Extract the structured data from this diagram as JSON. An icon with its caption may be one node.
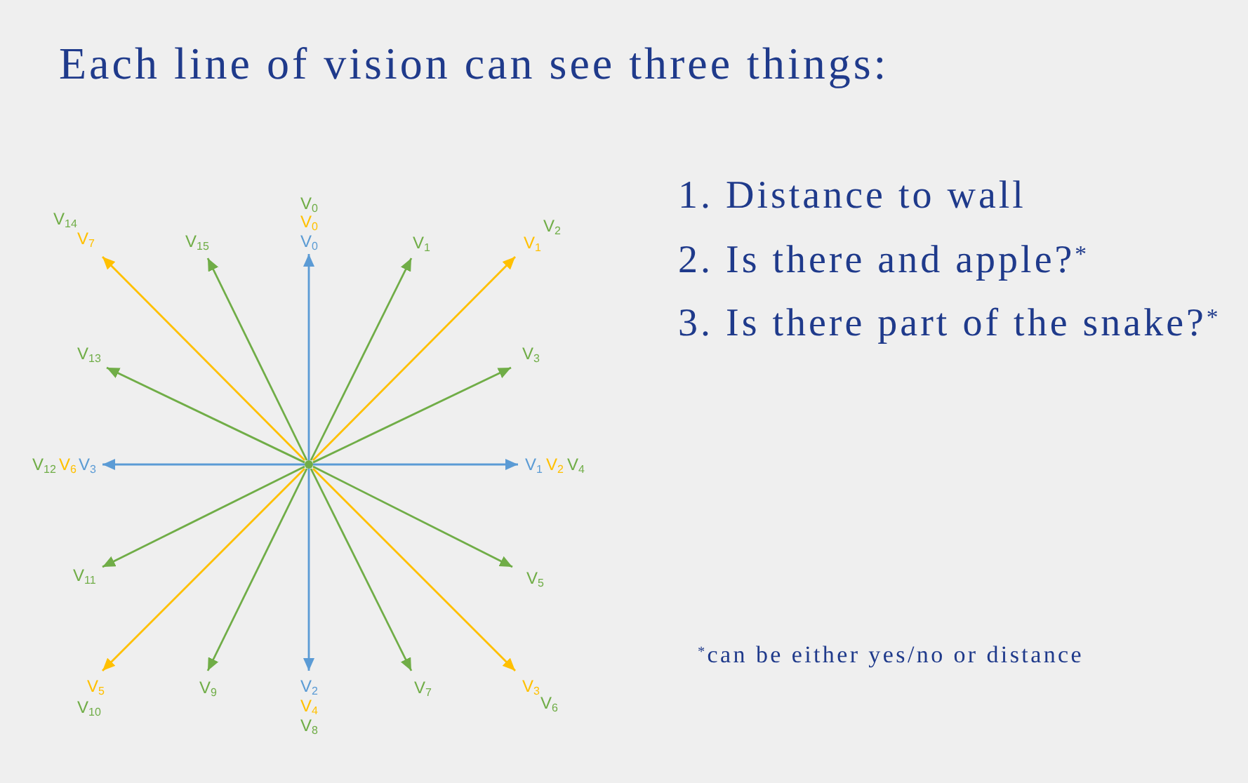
{
  "diagram": {
    "title": "Each line of vision can see three things:",
    "nodes": [
      {
        "text": [],
        "shape": "circle"
      },
      {
        "text": [
          "V$_{0}$",
          "V$_{0}$",
          "V$_{0}$"
        ]
      },
      {
        "text": [
          "V$_{1}$"
        ]
      },
      {
        "text": [
          "V$_{2}$",
          "V$_{1}$"
        ]
      },
      {
        "text": [
          "V$_{3}$"
        ]
      },
      {
        "text": [
          "V$_{1}$",
          "V$_{2}$",
          "V$_{4}$"
        ]
      },
      {
        "text": [
          "V$_{5}$"
        ]
      },
      {
        "text": [
          "V$_{3}$",
          "V$_{6}$"
        ]
      },
      {
        "text": [
          "V$_{7}$"
        ]
      },
      {
        "text": [
          "V$_{2}$",
          "V$_{4}$",
          "V$_{8}$"
        ]
      },
      {
        "text": [
          "V$_{9}$"
        ]
      },
      {
        "text": [
          "V$_{5}$",
          "V$_{10}$"
        ]
      },
      {
        "text": [
          "V$_{11}$"
        ]
      },
      {
        "text": [
          "V$_{12}$",
          "V$_{6}$",
          "V$_{3}$"
        ]
      },
      {
        "text": [
          "V$_{13}$"
        ]
      },
      {
        "text": [
          "V$_{14}$",
          "V$_{7}$"
        ]
      },
      {
        "text": [
          "V$_{15}$"
        ]
      }
    ],
    "edges": [
      {
        "from": 0,
        "to": 1,
        "arrow": "to",
        "color": "#5b9bd5"
      },
      {
        "from": 0,
        "to": 2,
        "arrow": "to"
      },
      {
        "from": 0,
        "to": 3,
        "arrow": "to",
        "color": "#ffc000"
      },
      {
        "from": 0,
        "to": 4,
        "arrow": "to"
      },
      {
        "from": 0,
        "to": 5,
        "arrow": "to",
        "color": "#5b9bd5"
      },
      {
        "from": 0,
        "to": 6,
        "arrow": "to"
      },
      {
        "from": 0,
        "to": 7,
        "arrow": "to",
        "color": "#ffc000"
      },
      {
        "from": 0,
        "to": 8,
        "arrow": "to"
      },
      {
        "from": 0,
        "to": 9,
        "arrow": "to",
        "color": "#5b9bd5"
      },
      {
        "from": 0,
        "to": 10,
        "arrow": "to"
      },
      {
        "from": 0,
        "to": 11,
        "arrow": "to",
        "color": "#ffc000"
      },
      {
        "from": 0,
        "to": 12,
        "arrow": "to"
      },
      {
        "from": 0,
        "to": 13,
        "arrow": "to",
        "color": "#5b9bd5"
      },
      {
        "from": 0,
        "to": 14,
        "arrow": "to"
      },
      {
        "from": 0,
        "to": 15,
        "arrow": "to",
        "color": "#ffc000"
      },
      {
        "from": 0,
        "to": 16,
        "arrow": "to"
      }
    ],
    "labels": [
      "1. Distance to wall",
      "2. Is there and apple?$^{*}$",
      "3. Is there part of the snake?$^{*}$",
      "$^{*}$can be either yes/no or distance"
    ]
  }
}
